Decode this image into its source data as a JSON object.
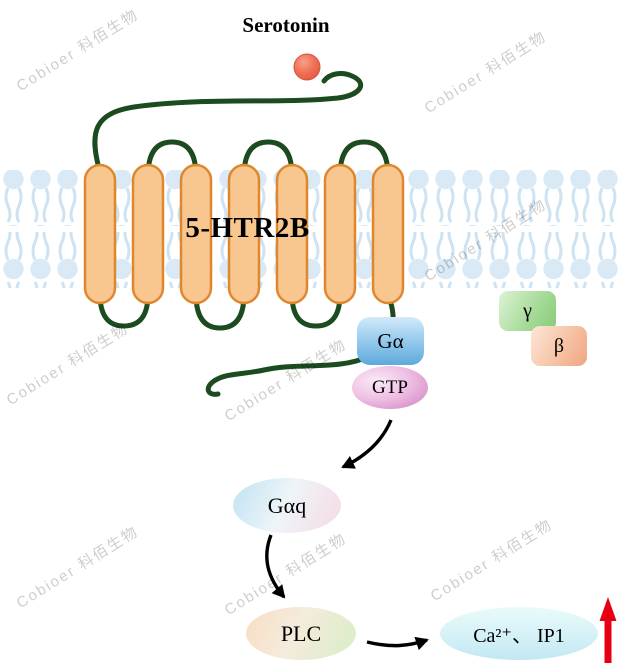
{
  "watermark": {
    "text": "Cobioer  科佰生物"
  },
  "ligand": {
    "label": "Serotonin"
  },
  "receptor": {
    "label": "5-HTR2B"
  },
  "g_protein": {
    "alpha": "Gα",
    "gtp": "GTP",
    "gamma": "γ",
    "beta": "β"
  },
  "pathway": {
    "gaq": "Gαq",
    "plc": "PLC",
    "output": "Ca²⁺、 IP1"
  },
  "colors": {
    "helix_fill": "#f8c68f",
    "helix_border": "#e0872e",
    "loop_green": "#1c4b20",
    "membrane_head": "#d7e9f6",
    "serotonin": "#ee7055",
    "arrow_black": "#000000",
    "up_arrow_red": "#e60012"
  }
}
